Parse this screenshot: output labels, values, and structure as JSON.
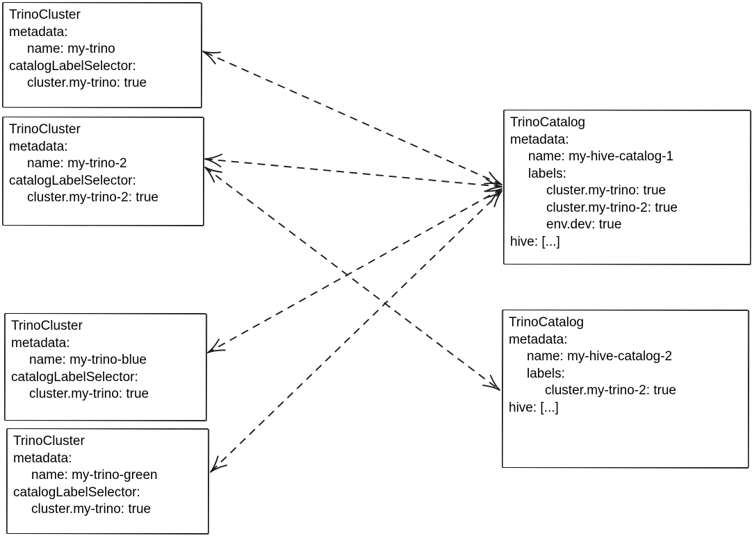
{
  "diagram": {
    "colors": {
      "background": "#ffffff",
      "stroke": "#1b1b1b",
      "text": "#000000"
    },
    "boxes": {
      "cluster1": {
        "lines": [
          "TrinoCluster",
          "metadata:",
          "name: my-trino",
          "catalogLabelSelector:",
          "cluster.my-trino: true"
        ]
      },
      "cluster2": {
        "lines": [
          "TrinoCluster",
          "metadata:",
          "name: my-trino-2",
          "catalogLabelSelector:",
          "cluster.my-trino-2: true"
        ]
      },
      "cluster3": {
        "lines": [
          "TrinoCluster",
          "metadata:",
          "name: my-trino-blue",
          "catalogLabelSelector:",
          "cluster.my-trino: true"
        ]
      },
      "cluster4": {
        "lines": [
          "TrinoCluster",
          "metadata:",
          "name: my-trino-green",
          "catalogLabelSelector:",
          "cluster.my-trino: true"
        ]
      },
      "catalog1": {
        "lines": [
          "TrinoCatalog",
          "metadata:",
          "name: my-hive-catalog-1",
          "labels:",
          "cluster.my-trino: true",
          "cluster.my-trino-2: true",
          "env.dev: true",
          "hive: [...]"
        ]
      },
      "catalog2": {
        "lines": [
          "TrinoCatalog",
          "metadata:",
          "name: my-hive-catalog-2",
          "labels:",
          "cluster.my-trino-2: true",
          "hive: [...]"
        ]
      }
    },
    "connections": [
      {
        "from": "my-hive-catalog-1",
        "to": "my-trino",
        "style": "dashed",
        "arrowheads": "both"
      },
      {
        "from": "my-hive-catalog-1",
        "to": "my-trino-2",
        "style": "dashed",
        "arrowheads": "both"
      },
      {
        "from": "my-hive-catalog-1",
        "to": "my-trino-blue",
        "style": "dashed",
        "arrowheads": "both"
      },
      {
        "from": "my-hive-catalog-1",
        "to": "my-trino-green",
        "style": "dashed",
        "arrowheads": "both"
      },
      {
        "from": "my-hive-catalog-2",
        "to": "my-trino-2",
        "style": "dashed",
        "arrowheads": "both"
      }
    ]
  }
}
